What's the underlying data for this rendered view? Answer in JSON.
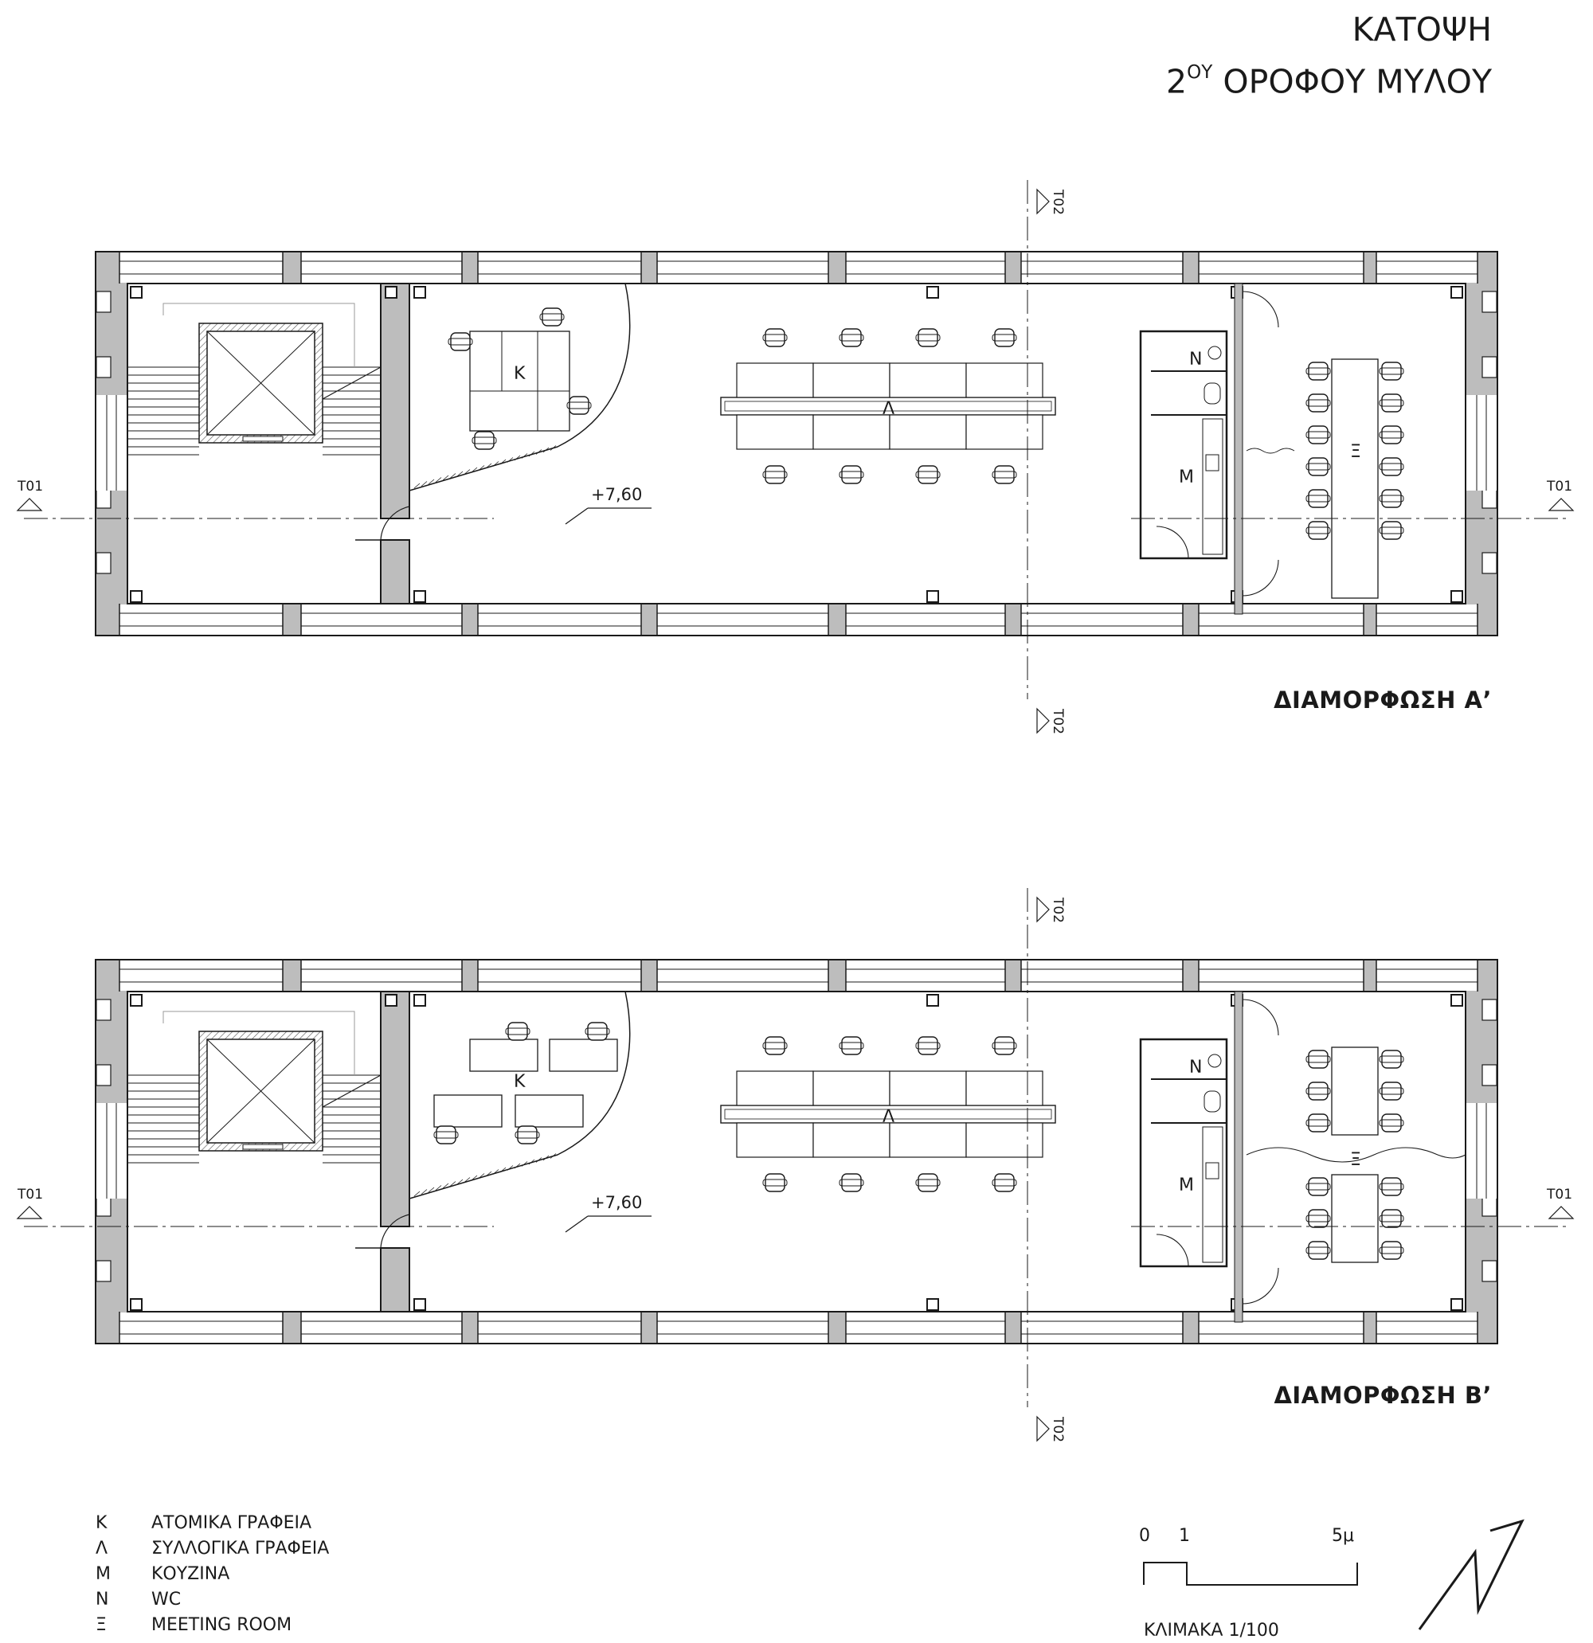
{
  "title": {
    "line1": "ΚΑΤΟΨΗ",
    "line2_num": "2",
    "line2_sup": "ΟΥ",
    "line2_rest": "ΟΡΟΦΟΥ ΜΥΛΟΥ"
  },
  "plans": [
    {
      "label": "ΔΙΑΜΟΡΦΩΣΗ Α’",
      "elevation": "+7,60",
      "section_lines": {
        "horizontal": "T01",
        "vertical": "T02"
      },
      "room_letters": [
        "Κ",
        "Λ",
        "Μ",
        "Ν",
        "Ξ"
      ]
    },
    {
      "label": "ΔΙΑΜΟΡΦΩΣΗ Β’",
      "elevation": "+7,60",
      "section_lines": {
        "horizontal": "T01",
        "vertical": "T02"
      },
      "room_letters": [
        "Κ",
        "Λ",
        "Μ",
        "Ν",
        "Ξ"
      ]
    }
  ],
  "legend": [
    {
      "key": "Κ",
      "text": "ΑΤΟΜΙΚΑ ΓΡΑΦΕΙΑ"
    },
    {
      "key": "Λ",
      "text": "ΣΥΛΛΟΓΙΚΑ ΓΡΑΦΕΙΑ"
    },
    {
      "key": "Μ",
      "text": "ΚΟΥΖΙΝΑ"
    },
    {
      "key": "Ν",
      "text": "WC"
    },
    {
      "key": "Ξ",
      "text": "MEETING ROOM"
    }
  ],
  "scale": {
    "ticks": [
      "0",
      "1",
      "5μ"
    ],
    "caption": "ΚΛΙΜΑΚΑ 1/100"
  },
  "colors": {
    "wall_fill": "#bdbdbd",
    "line": "#1a1a1a"
  }
}
